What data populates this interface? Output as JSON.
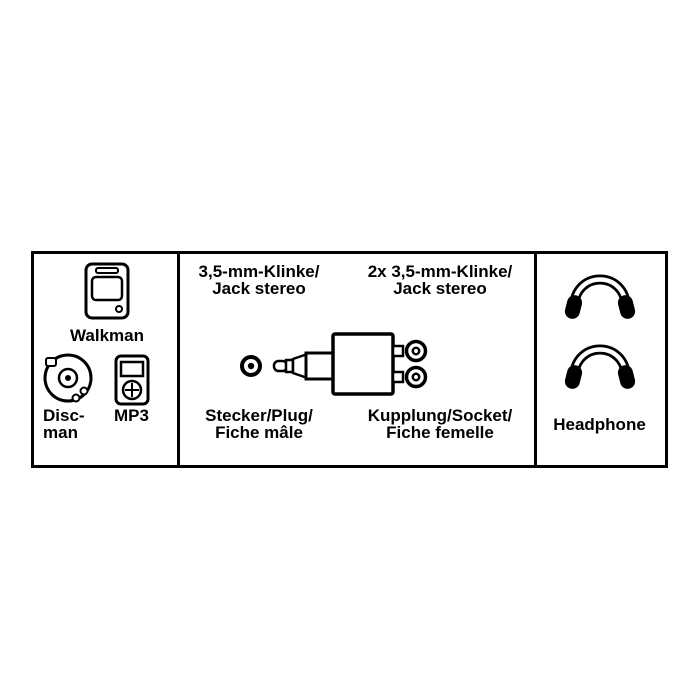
{
  "panel": {
    "background": "#ffffff",
    "border_color": "#000000",
    "text_color": "#000000"
  },
  "sources": {
    "walkman_label": "Walkman",
    "discman_label_lines": [
      "Disc-",
      "man"
    ],
    "mp3_label": "MP3",
    "icons": [
      "walkman-icon",
      "discman-icon",
      "mp3-player-icon"
    ]
  },
  "adapter": {
    "plug_title_lines": [
      "3,5-mm-Klinke/",
      "Jack stereo"
    ],
    "socket_title_lines": [
      "2x 3,5-mm-Klinke/",
      "Jack stereo"
    ],
    "plug_caption_lines": [
      "Stecker/Plug/",
      "Fiche mâle"
    ],
    "socket_caption_lines": [
      "Kupplung/Socket/",
      "Fiche femelle"
    ],
    "icons": [
      "jack-plug-icon",
      "adapter-body-icon",
      "rca-socket-icon"
    ]
  },
  "output": {
    "headphone_label": "Headphone",
    "icons": [
      "headphone-icon",
      "headphone-icon"
    ]
  }
}
